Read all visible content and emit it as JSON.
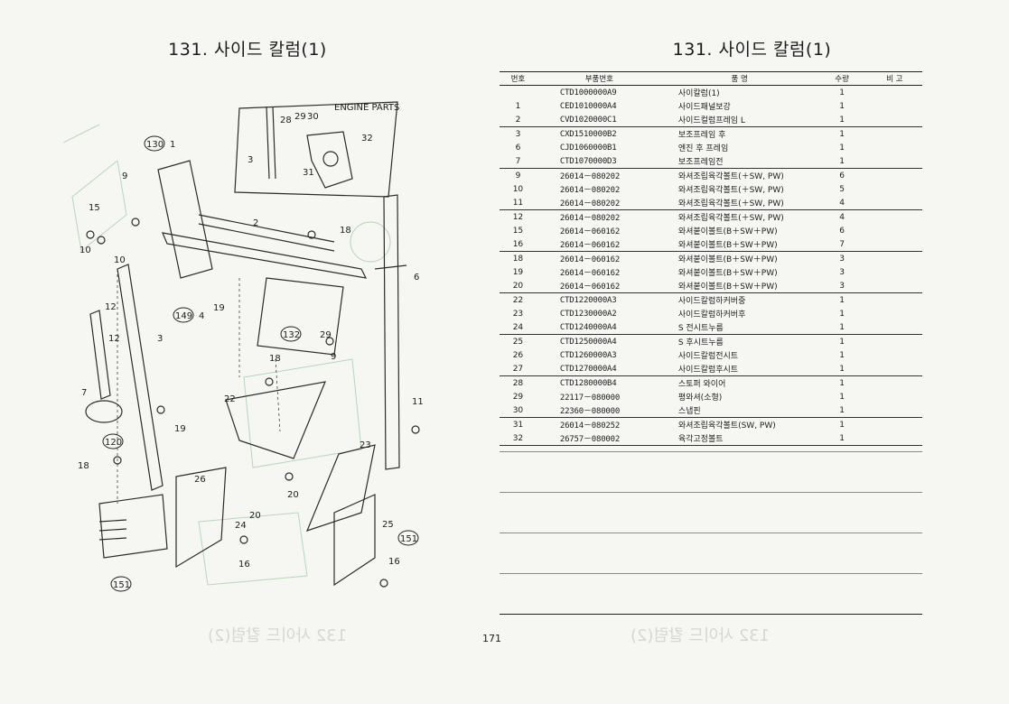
{
  "left_page": {
    "title": "131. 사이드 칼럼(1)",
    "inset_label": "ENGINE PARTS",
    "callouts": [
      "130",
      "1",
      "9",
      "15",
      "2",
      "18",
      "6",
      "10",
      "10",
      "12",
      "149",
      "4",
      "19",
      "132",
      "29",
      "12",
      "3",
      "18",
      "9",
      "7",
      "22",
      "11",
      "19",
      "120",
      "18",
      "23",
      "26",
      "20",
      "24",
      "20",
      "25",
      "151",
      "16",
      "16",
      "151",
      "28",
      "29",
      "30",
      "32",
      "3",
      "31"
    ],
    "bleed_text": "132 사이드 칼럼(2)"
  },
  "right_page": {
    "title": "131. 사이드 칼럼(1)",
    "headers": [
      "번호",
      "부품번호",
      "품    명",
      "수량",
      "비  고"
    ],
    "groups": [
      [
        {
          "no": "",
          "part": "CTD1000000A9",
          "name": "사이칼럼(1)",
          "qty": "1"
        },
        {
          "no": "1",
          "part": "CED1010000A4",
          "name": "사이드패널보강",
          "qty": "1"
        },
        {
          "no": "2",
          "part": "CVD1020000C1",
          "name": "사이드컬럼프레임 L",
          "qty": "1"
        }
      ],
      [
        {
          "no": "3",
          "part": "CXD1510000B2",
          "name": "보조프레임 후",
          "qty": "1"
        },
        {
          "no": "6",
          "part": "CJD1060000B1",
          "name": "엔진 후 프레임",
          "qty": "1"
        },
        {
          "no": "7",
          "part": "CTD1070000D3",
          "name": "보조프레임전",
          "qty": "1"
        }
      ],
      [
        {
          "no": "9",
          "part": "26014－080202",
          "name": "와셔조립육각볼트(＋SW, PW)",
          "qty": "6"
        },
        {
          "no": "10",
          "part": "26014－080202",
          "name": "와셔조립육각볼트(＋SW, PW)",
          "qty": "5"
        },
        {
          "no": "11",
          "part": "26014－080202",
          "name": "와셔조립육각볼트(＋SW, PW)",
          "qty": "4"
        }
      ],
      [
        {
          "no": "12",
          "part": "26014－080202",
          "name": "와셔조립육각볼트(＋SW, PW)",
          "qty": "4"
        },
        {
          "no": "15",
          "part": "26014－060162",
          "name": "와셔붙이볼트(B＋SW＋PW)",
          "qty": "6"
        },
        {
          "no": "16",
          "part": "26014－060162",
          "name": "와셔붙이볼트(B＋SW＋PW)",
          "qty": "7"
        }
      ],
      [
        {
          "no": "18",
          "part": "26014－060162",
          "name": "와셔붙이볼트(B＋SW＋PW)",
          "qty": "3"
        },
        {
          "no": "19",
          "part": "26014－060162",
          "name": "와셔붙이볼트(B＋SW＋PW)",
          "qty": "3"
        },
        {
          "no": "20",
          "part": "26014－060162",
          "name": "와셔붙이볼트(B＋SW＋PW)",
          "qty": "3"
        }
      ],
      [
        {
          "no": "22",
          "part": "CTD1220000A3",
          "name": "사이드칼럼하커버중",
          "qty": "1"
        },
        {
          "no": "23",
          "part": "CTD1230000A2",
          "name": "사이드칼럼하커버후",
          "qty": "1"
        },
        {
          "no": "24",
          "part": "CTD1240000A4",
          "name": "S 전시트누름",
          "qty": "1"
        }
      ],
      [
        {
          "no": "25",
          "part": "CTD1250000A4",
          "name": "S 후시트누름",
          "qty": "1"
        },
        {
          "no": "26",
          "part": "CTD1260000A3",
          "name": "사이드칼럼전시트",
          "qty": "1"
        },
        {
          "no": "27",
          "part": "CTD1270000A4",
          "name": "사이드칼럼후시트",
          "qty": "1"
        }
      ],
      [
        {
          "no": "28",
          "part": "CTD1280000B4",
          "name": "스토퍼 와이어",
          "qty": "1"
        },
        {
          "no": "29",
          "part": "22117－080000",
          "name": "평와셔(소형)",
          "qty": "1"
        },
        {
          "no": "30",
          "part": "22360－080000",
          "name": "스냅핀",
          "qty": "1"
        }
      ],
      [
        {
          "no": "31",
          "part": "26014－080252",
          "name": "와셔조립육각볼트(SW, PW)",
          "qty": "1"
        },
        {
          "no": "32",
          "part": "26757－080002",
          "name": "육각고정볼트",
          "qty": "1"
        }
      ]
    ],
    "page_number": "171",
    "bleed_text": "132 사이드 칼럼(2)"
  }
}
